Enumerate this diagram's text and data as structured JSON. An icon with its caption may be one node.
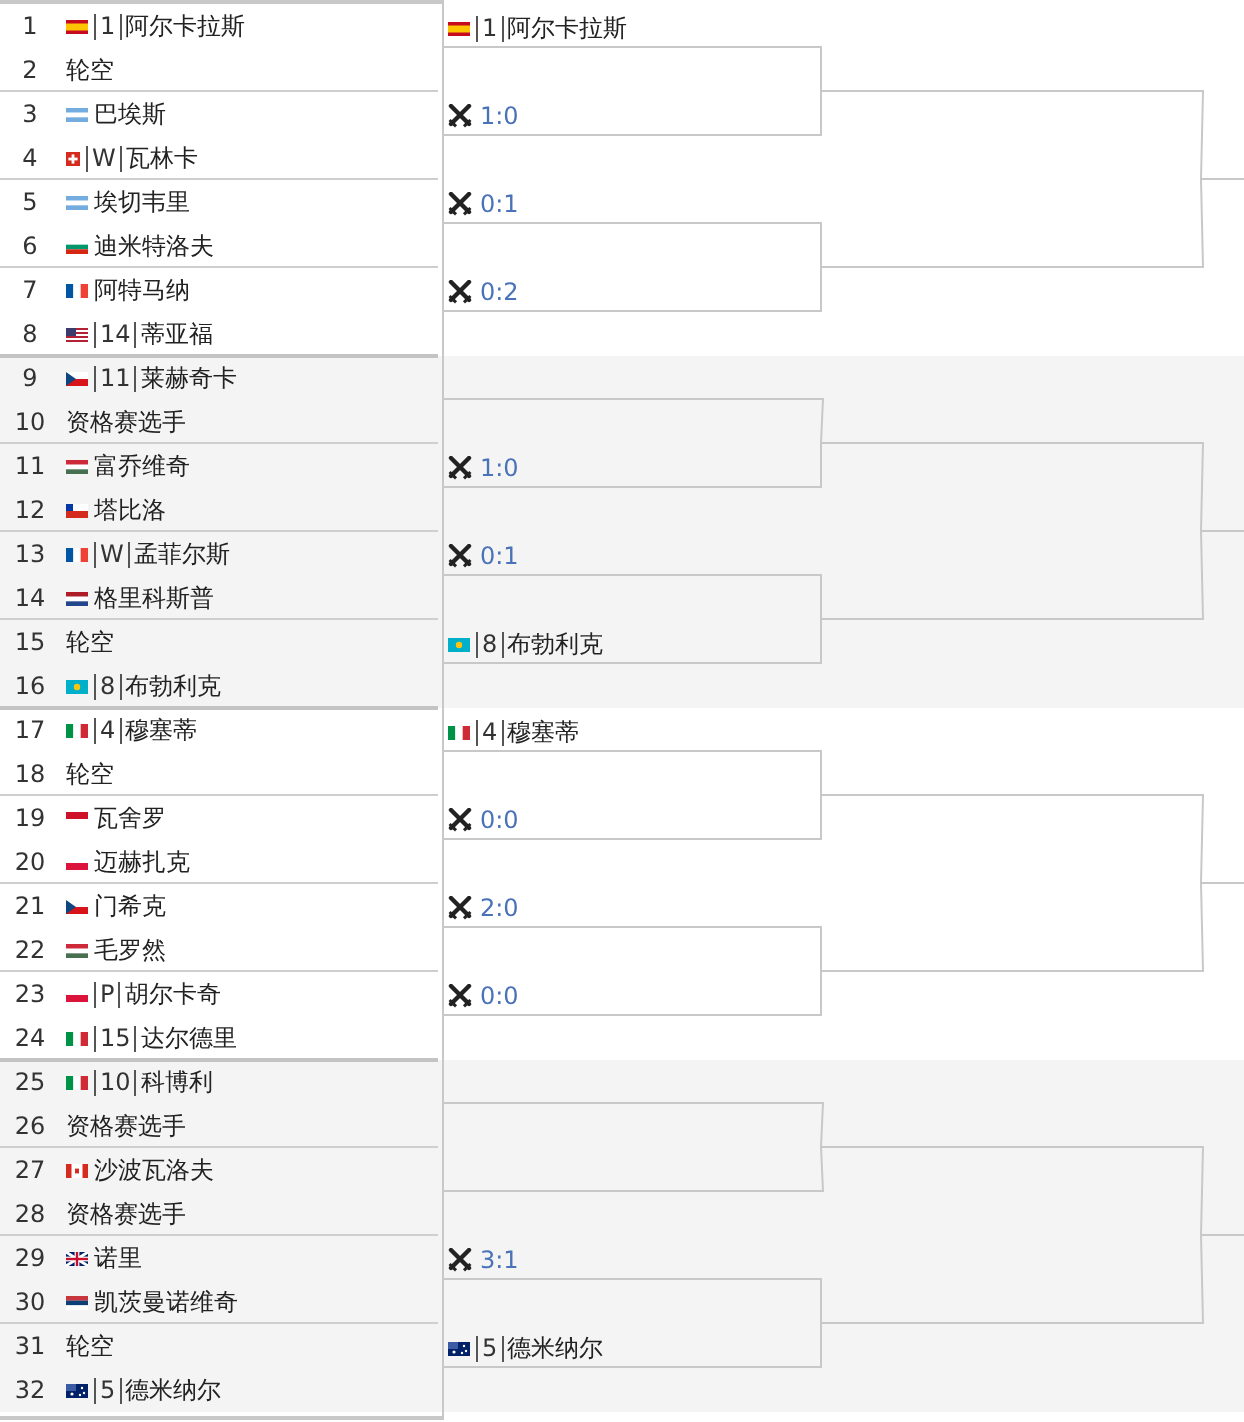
{
  "diagram": {
    "nodes": [
      {
        "text": [
          "1",
          "1",
          "阿尔卡拉斯"
        ]
      },
      {
        "text": [
          "2",
          "轮空"
        ]
      },
      {
        "text": [
          "3",
          "巴埃斯"
        ]
      },
      {
        "text": [
          "4",
          "W",
          "瓦林卡"
        ]
      },
      {
        "text": [
          "5",
          "埃切韦里"
        ]
      },
      {
        "text": [
          "6",
          "迪米特洛夫"
        ]
      },
      {
        "text": [
          "7",
          "阿特马纳"
        ]
      },
      {
        "text": [
          "8",
          "14",
          "蒂亚福"
        ]
      },
      {
        "text": [
          "9",
          "11",
          "莱赫奇卡"
        ]
      },
      {
        "text": [
          "10",
          "资格赛选手"
        ]
      },
      {
        "text": [
          "11",
          "富乔维奇"
        ]
      },
      {
        "text": [
          "12",
          "塔比洛"
        ]
      },
      {
        "text": [
          "13",
          "W",
          "孟菲尔斯"
        ]
      },
      {
        "text": [
          "14",
          "格里科斯普"
        ]
      },
      {
        "text": [
          "15",
          "轮空"
        ]
      },
      {
        "text": [
          "16",
          "8",
          "布勃利克"
        ]
      },
      {
        "text": [
          "17",
          "4",
          "穆塞蒂"
        ]
      },
      {
        "text": [
          "18",
          "轮空"
        ]
      },
      {
        "text": [
          "19",
          "瓦舍罗"
        ]
      },
      {
        "text": [
          "20",
          "迈赫扎克"
        ]
      },
      {
        "text": [
          "21",
          "门希克"
        ]
      },
      {
        "text": [
          "22",
          "毛罗然"
        ]
      },
      {
        "text": [
          "23",
          "P",
          "胡尔卡奇"
        ]
      },
      {
        "text": [
          "24",
          "15",
          "达尔德里"
        ]
      },
      {
        "text": [
          "25",
          "10",
          "科博利"
        ]
      },
      {
        "text": [
          "26",
          "资格赛选手"
        ]
      },
      {
        "text": [
          "27",
          "沙波瓦洛夫"
        ]
      },
      {
        "text": [
          "28",
          "资格赛选手"
        ]
      },
      {
        "text": [
          "29",
          "诺里"
        ]
      },
      {
        "text": [
          "30",
          "凯茨曼诺维奇"
        ]
      },
      {
        "text": [
          "31",
          "轮空"
        ]
      },
      {
        "text": [
          "32",
          "5",
          "德米纳尔"
        ]
      },
      {
        "text": [
          "1",
          "阿尔卡拉斯"
        ]
      },
      {
        "text": [
          "1:0"
        ]
      },
      {
        "text": [
          "0:1"
        ]
      },
      {
        "text": [
          "0:2"
        ]
      },
      {
        "text": [],
        "shape": "bar"
      },
      {
        "text": [
          "1:0"
        ]
      },
      {
        "text": [
          "0:1"
        ]
      },
      {
        "text": [
          "8",
          "布勃利克"
        ]
      },
      {
        "text": [
          "4",
          "穆塞蒂"
        ]
      },
      {
        "text": [
          "0:0"
        ]
      },
      {
        "text": [
          "2:0"
        ]
      },
      {
        "text": [
          "0:0"
        ]
      },
      {
        "text": [],
        "shape": "bar"
      },
      {
        "text": [],
        "shape": "bar"
      },
      {
        "text": [
          "3:1"
        ]
      },
      {
        "text": [
          "5",
          "德米纳尔"
        ]
      },
      {
        "text": [],
        "shape": "bar"
      },
      {
        "text": [],
        "shape": "bar"
      },
      {
        "text": [],
        "shape": "bar"
      },
      {
        "text": [],
        "shape": "bar"
      },
      {
        "text": [],
        "shape": "bar"
      },
      {
        "text": [],
        "shape": "bar"
      },
      {
        "text": [],
        "shape": "bar"
      },
      {
        "text": [],
        "shape": "bar"
      },
      {
        "text": [],
        "shape": "bar"
      },
      {
        "text": [],
        "shape": "bar"
      },
      {
        "text": [],
        "shape": "bar"
      },
      {
        "text": [],
        "shape": "bar"
      }
    ],
    "edges": [
      {
        "from": 32,
        "to": 48,
        "arrow": "none"
      },
      {
        "from": 33,
        "to": 48,
        "arrow": "none"
      },
      {
        "from": 34,
        "to": 49,
        "arrow": "none"
      },
      {
        "from": 35,
        "to": 49,
        "arrow": "none"
      },
      {
        "from": 36,
        "to": 50,
        "arrow": "none"
      },
      {
        "from": 37,
        "to": 50,
        "arrow": "none"
      },
      {
        "from": 38,
        "to": 51,
        "arrow": "none"
      },
      {
        "from": 39,
        "to": 51,
        "arrow": "none"
      },
      {
        "from": 40,
        "to": 52,
        "arrow": "none"
      },
      {
        "from": 41,
        "to": 52,
        "arrow": "none"
      },
      {
        "from": 42,
        "to": 53,
        "arrow": "none"
      },
      {
        "from": 43,
        "to": 53,
        "arrow": "none"
      },
      {
        "from": 44,
        "to": 54,
        "arrow": "none"
      },
      {
        "from": 45,
        "to": 54,
        "arrow": "none"
      },
      {
        "from": 46,
        "to": 55,
        "arrow": "none"
      },
      {
        "from": 47,
        "to": 55,
        "arrow": "none"
      },
      {
        "from": 48,
        "to": 56,
        "arrow": "none"
      },
      {
        "from": 49,
        "to": 56,
        "arrow": "none"
      },
      {
        "from": 50,
        "to": 57,
        "arrow": "none"
      },
      {
        "from": 51,
        "to": 57,
        "arrow": "none"
      },
      {
        "from": 52,
        "to": 58,
        "arrow": "none"
      },
      {
        "from": 53,
        "to": 58,
        "arrow": "none"
      },
      {
        "from": 54,
        "to": 59,
        "arrow": "none"
      },
      {
        "from": 55,
        "to": 59,
        "arrow": "none"
      }
    ]
  }
}
